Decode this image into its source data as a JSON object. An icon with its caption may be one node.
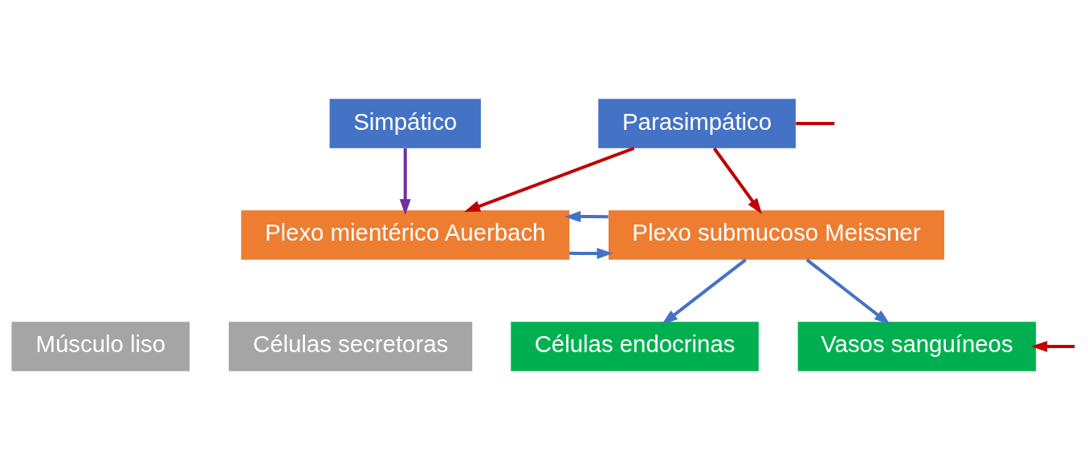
{
  "diagram": {
    "nodes": [
      {
        "text": [
          "Simpático"
        ]
      },
      {
        "text": [
          "Parasimpático"
        ]
      },
      {
        "text": [
          "Plexo mientérico Auerbach"
        ]
      },
      {
        "text": [
          "Plexo submucoso Meissner"
        ]
      },
      {
        "text": [
          "Músculo liso"
        ]
      },
      {
        "text": [
          "Células secretoras"
        ]
      },
      {
        "text": [
          "Células endocrinas"
        ]
      },
      {
        "text": [
          "Vasos sanguíneos"
        ]
      }
    ],
    "edges": [
      {
        "from": 0,
        "to": 2,
        "arrow": "to",
        "color": "#7030a0"
      },
      {
        "from": 1,
        "to": 2,
        "arrow": "to",
        "color": "#c00000"
      },
      {
        "from": 1,
        "to": 3,
        "arrow": "to",
        "color": "#c00000"
      },
      {
        "from": 2,
        "to": 3,
        "arrow": "to",
        "color": "#4472c4"
      },
      {
        "from": 3,
        "to": 2,
        "arrow": "to",
        "color": "#4472c4"
      },
      {
        "from": 3,
        "to": 6,
        "arrow": "to",
        "color": "#4472c4"
      },
      {
        "from": 3,
        "to": 7,
        "arrow": "to",
        "color": "#4472c4"
      },
      {
        "from": 1,
        "to": null,
        "arrow": "none",
        "color": "#c00000"
      },
      {
        "from": null,
        "to": 7,
        "arrow": "to",
        "color": "#c00000"
      }
    ]
  }
}
